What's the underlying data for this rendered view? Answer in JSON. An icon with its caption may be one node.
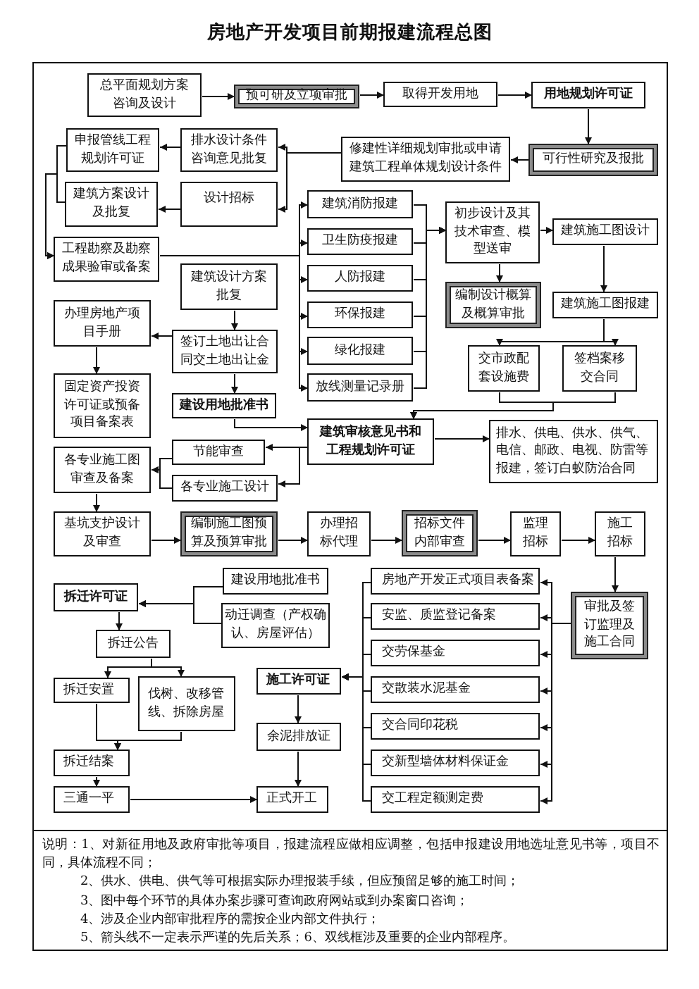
{
  "diagram": {
    "title": "房地产开发项目前期报建流程总图",
    "nodes": [
      {
        "text": [
          "总平面规划方案咨询及设计"
        ]
      },
      {
        "text": [
          "预可研及立项审批"
        ]
      },
      {
        "text": [
          "取得开发用地"
        ]
      },
      {
        "text": [
          "用地规划许可证"
        ]
      },
      {
        "text": [
          "申报管线工程规划许可证"
        ]
      },
      {
        "text": [
          "排水设计条件咨询意见批复"
        ]
      },
      {
        "text": [
          "修建性详细规划审批或申请建筑工程单体规划设计条件"
        ]
      },
      {
        "text": [
          "可行性研究及报批"
        ]
      },
      {
        "text": [
          "建筑方案设计及批复"
        ]
      },
      {
        "text": [
          "设计招标"
        ]
      },
      {
        "text": [
          "建筑消防报建"
        ]
      },
      {
        "text": [
          "初步设计及其技术审查、模型送审"
        ]
      },
      {
        "text": [
          "建筑施工图设计"
        ]
      },
      {
        "text": [
          "卫生防疫报建"
        ]
      },
      {
        "text": [
          "工程勘察及勘察成果验审或备案"
        ]
      },
      {
        "text": [
          "建筑设计方案批复"
        ]
      },
      {
        "text": [
          "人防报建"
        ]
      },
      {
        "text": [
          "编制设计概算及概算审批"
        ]
      },
      {
        "text": [
          "办理房地产项目手册"
        ]
      },
      {
        "text": [
          "环保报建"
        ]
      },
      {
        "text": [
          "建筑施工图报建"
        ]
      },
      {
        "text": [
          "签订土地出让合同交土地出让金"
        ]
      },
      {
        "text": [
          "绿化报建"
        ]
      },
      {
        "text": [
          "交市政配套设施费"
        ]
      },
      {
        "text": [
          "签档案移交合同"
        ]
      },
      {
        "text": [
          "固定资产投资许可证或预备项目备案表"
        ]
      },
      {
        "text": [
          "放线测量记录册"
        ]
      },
      {
        "text": [
          "建设用地批准书"
        ]
      },
      {
        "text": [
          "建筑审核意见书和工程规划许可证"
        ]
      },
      {
        "text": [
          "排水、供电、供水、供气、电信、邮政、电视、防雷等报建，签订白蚁防治合同"
        ]
      },
      {
        "text": [
          "节能审查"
        ]
      },
      {
        "text": [
          "各专业施工图审查及备案"
        ]
      },
      {
        "text": [
          "各专业施工设计"
        ]
      },
      {
        "text": [
          "基坑支护设计及审查"
        ]
      },
      {
        "text": [
          "编制施工图预算及预算审批"
        ]
      },
      {
        "text": [
          "办理招标代理"
        ]
      },
      {
        "text": [
          "招标文件内部审查"
        ]
      },
      {
        "text": [
          "监理招标"
        ]
      },
      {
        "text": [
          "施工招标"
        ]
      },
      {
        "text": [
          "建设用地批准书"
        ]
      },
      {
        "text": [
          "房地产开发正式项目表备案"
        ]
      },
      {
        "text": [
          "拆迁许可证"
        ]
      },
      {
        "text": [
          "审批及签订监理及施工合同"
        ]
      },
      {
        "text": [
          "安监、质监登记备案"
        ]
      },
      {
        "text": [
          "动迁调查（产权确认、房屋评估）"
        ]
      },
      {
        "text": [
          "拆迁公告"
        ]
      },
      {
        "text": [
          "交劳保基金"
        ]
      },
      {
        "text": [
          "施工许可证"
        ]
      },
      {
        "text": [
          "拆迁安置"
        ]
      },
      {
        "text": [
          "伐树、改移管线、拆除房屋"
        ]
      },
      {
        "text": [
          "交散装水泥基金"
        ]
      },
      {
        "text": [
          "余泥排放证"
        ]
      },
      {
        "text": [
          "交合同印花税"
        ]
      },
      {
        "text": [
          "拆迁结案"
        ]
      },
      {
        "text": [
          "交新型墙体材料保证金"
        ]
      },
      {
        "text": [
          "三通一平"
        ]
      },
      {
        "text": [
          "正式开工"
        ]
      },
      {
        "text": [
          "交工程定额测定费"
        ]
      }
    ],
    "edges": [
      {
        "from": 0,
        "to": 1,
        "arrow": "to"
      },
      {
        "from": 1,
        "to": 2,
        "arrow": "to"
      },
      {
        "from": 2,
        "to": 3,
        "arrow": "to"
      },
      {
        "from": 3,
        "to": 7,
        "arrow": "to"
      },
      {
        "from": 7,
        "to": 6,
        "arrow": "to"
      },
      {
        "from": 6,
        "to": 5,
        "arrow": "to"
      },
      {
        "from": 6,
        "to": 9,
        "arrow": "to"
      },
      {
        "from": 5,
        "to": 4,
        "arrow": "to"
      },
      {
        "from": 9,
        "to": 8,
        "arrow": "to"
      },
      {
        "from": 4,
        "to": 14,
        "arrow": "to"
      },
      {
        "from": 8,
        "to": 14,
        "arrow": "to"
      },
      {
        "from": 14,
        "to": 10,
        "arrow": "to"
      },
      {
        "from": 14,
        "to": 13,
        "arrow": "to"
      },
      {
        "from": 14,
        "to": 16,
        "arrow": "to"
      },
      {
        "from": 14,
        "to": 19,
        "arrow": "to"
      },
      {
        "from": 14,
        "to": 22,
        "arrow": "to"
      },
      {
        "from": 14,
        "to": 26,
        "arrow": "to"
      },
      {
        "from": 10,
        "to": 11,
        "arrow": "to"
      },
      {
        "from": 13,
        "to": 11,
        "arrow": "to"
      },
      {
        "from": 16,
        "to": 11,
        "arrow": "to"
      },
      {
        "from": 19,
        "to": 11,
        "arrow": "to"
      },
      {
        "from": 22,
        "to": 11,
        "arrow": "to"
      },
      {
        "from": 26,
        "to": 11,
        "arrow": "to"
      },
      {
        "from": 11,
        "to": 12,
        "arrow": "to"
      },
      {
        "from": 11,
        "to": 17,
        "arrow": "to"
      },
      {
        "from": 12,
        "to": 20,
        "arrow": "to"
      },
      {
        "from": 20,
        "to": 23,
        "arrow": "to"
      },
      {
        "from": 20,
        "to": 24,
        "arrow": "to"
      },
      {
        "from": 23,
        "to": 28,
        "arrow": "to"
      },
      {
        "from": 24,
        "to": 28,
        "arrow": "to"
      },
      {
        "from": 15,
        "to": 21,
        "arrow": "to"
      },
      {
        "from": 21,
        "to": 18,
        "arrow": "to"
      },
      {
        "from": 18,
        "to": 25,
        "arrow": "to"
      },
      {
        "from": 21,
        "to": 27,
        "arrow": "to"
      },
      {
        "from": 27,
        "to": 28,
        "arrow": "to"
      },
      {
        "from": 28,
        "to": 29,
        "arrow": "to"
      },
      {
        "from": 28,
        "to": 30,
        "arrow": "to"
      },
      {
        "from": 28,
        "to": 32,
        "arrow": "to"
      },
      {
        "from": 30,
        "to": 31,
        "arrow": "to"
      },
      {
        "from": 32,
        "to": 31,
        "arrow": "to"
      },
      {
        "from": 31,
        "to": 33,
        "arrow": "to"
      },
      {
        "from": 33,
        "to": 34,
        "arrow": "to"
      },
      {
        "from": 34,
        "to": 35,
        "arrow": "to"
      },
      {
        "from": 35,
        "to": 36,
        "arrow": "to"
      },
      {
        "from": 36,
        "to": 37,
        "arrow": "to"
      },
      {
        "from": 37,
        "to": 38,
        "arrow": "to"
      },
      {
        "from": 38,
        "to": 42,
        "arrow": "to"
      },
      {
        "from": 42,
        "to": 40,
        "arrow": "to"
      },
      {
        "from": 42,
        "to": 43,
        "arrow": "to"
      },
      {
        "from": 42,
        "to": 46,
        "arrow": "to"
      },
      {
        "from": 42,
        "to": 50,
        "arrow": "to"
      },
      {
        "from": 42,
        "to": 52,
        "arrow": "to"
      },
      {
        "from": 42,
        "to": 54,
        "arrow": "to"
      },
      {
        "from": 42,
        "to": 57,
        "arrow": "to"
      },
      {
        "from": 40,
        "to": 47,
        "arrow": "to"
      },
      {
        "from": 43,
        "to": 47,
        "arrow": "to"
      },
      {
        "from": 46,
        "to": 47,
        "arrow": "to"
      },
      {
        "from": 50,
        "to": 47,
        "arrow": "to"
      },
      {
        "from": 52,
        "to": 47,
        "arrow": "to"
      },
      {
        "from": 54,
        "to": 47,
        "arrow": "to"
      },
      {
        "from": 57,
        "to": 47,
        "arrow": "to"
      },
      {
        "from": 47,
        "to": 51,
        "arrow": "to"
      },
      {
        "from": 51,
        "to": 56,
        "arrow": "to"
      },
      {
        "from": 55,
        "to": 56,
        "arrow": "to"
      },
      {
        "from": 39,
        "to": 41,
        "arrow": "to"
      },
      {
        "from": 44,
        "to": 41,
        "arrow": "to"
      },
      {
        "from": 41,
        "to": 45,
        "arrow": "to"
      },
      {
        "from": 45,
        "to": 48,
        "arrow": "to"
      },
      {
        "from": 45,
        "to": 49,
        "arrow": "to"
      },
      {
        "from": 48,
        "to": 53,
        "arrow": "to"
      },
      {
        "from": 49,
        "to": 53,
        "arrow": "to"
      },
      {
        "from": 53,
        "to": 55,
        "arrow": "to"
      }
    ],
    "labels": [
      "说明：1、对新征用地及政府审批等项目，报建流程应做相应调整，包括申报建设用地选址意见书等，项目不同，具体流程不同；",
      "2、供水、供电、供气等可根据实际办理报装手续，但应预留足够的施工时间；",
      "3、图中每个环节的具体办案步骤可查询政府网站或到办案窗口咨询；",
      "4、涉及企业内部审批程序的需按企业内部文件执行；",
      "5、箭头线不一定表示严谨的先后关系；6、双线框涉及重要的企业内部程序。"
    ]
  }
}
